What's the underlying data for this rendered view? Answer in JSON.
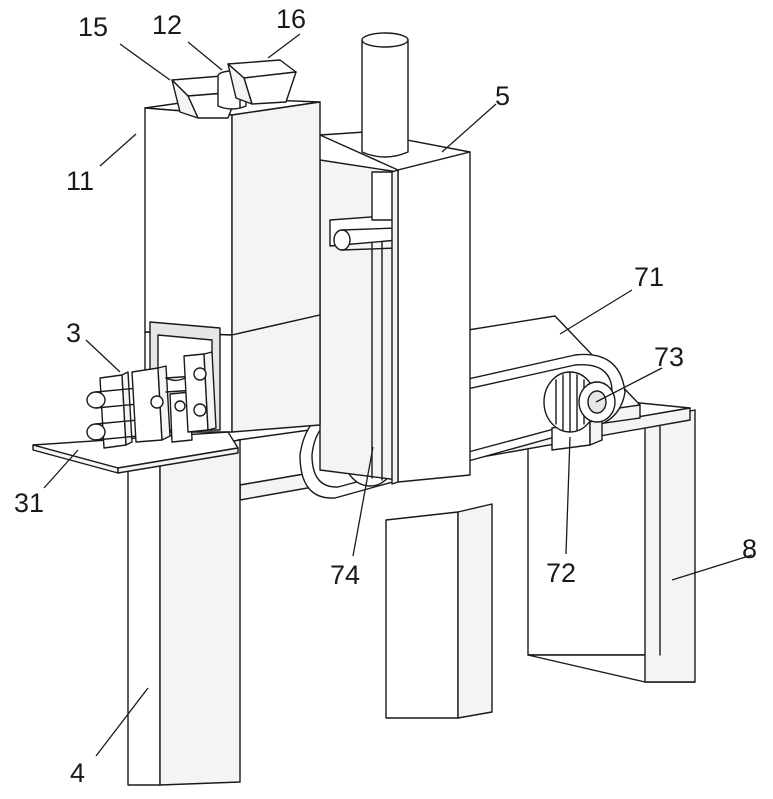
{
  "labels": {
    "l15": "15",
    "l12": "12",
    "l16": "16",
    "l11": "11",
    "l5": "5",
    "l71": "71",
    "l73": "73",
    "l3": "3",
    "l31": "31",
    "l74": "74",
    "l72": "72",
    "l8": "8",
    "l4": "4"
  }
}
